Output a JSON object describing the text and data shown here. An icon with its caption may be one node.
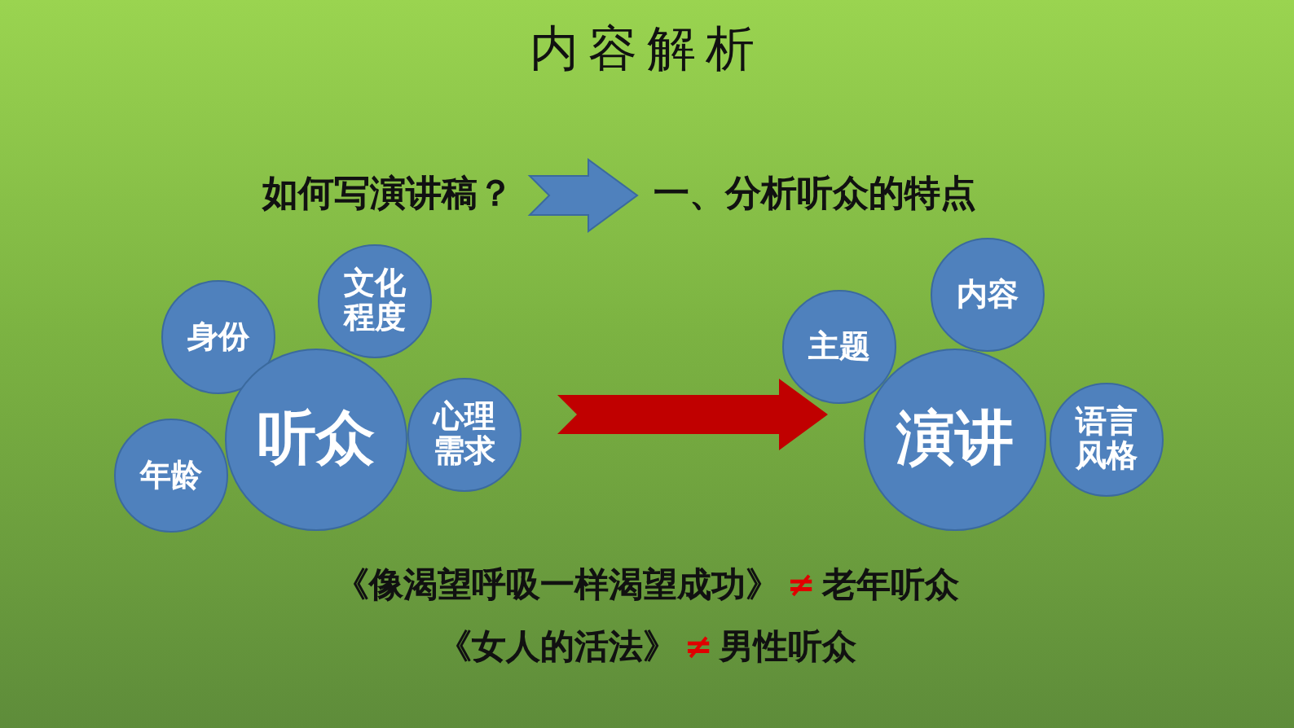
{
  "diagram": {
    "title": "内容解析",
    "nodes": [
      {
        "text": [
          "如何写演讲稿？"
        ]
      },
      {
        "text": [
          "一、分析听众的特点"
        ]
      },
      {
        "text": [
          "身份"
        ]
      },
      {
        "text": [
          "文化程度"
        ]
      },
      {
        "text": [
          "听众"
        ]
      },
      {
        "text": [
          "年龄"
        ]
      },
      {
        "text": [
          "心理需求"
        ]
      },
      {
        "text": [
          "主题"
        ]
      },
      {
        "text": [
          "内容"
        ]
      },
      {
        "text": [
          "演讲"
        ]
      },
      {
        "text": [
          "语言风格"
        ]
      }
    ],
    "edges": [
      {
        "from": 0,
        "to": 1,
        "arrow": "to",
        "style": "thick",
        "color": "#4f81bd"
      },
      {
        "from": 6,
        "to": 9,
        "arrow": "to",
        "style": "thick",
        "color": "#c00000"
      }
    ],
    "labels": [
      "《像渴望呼吸一样渴望成功》",
      "≠",
      "老年听众",
      "《女人的活法》",
      "≠",
      "男性听众"
    ]
  }
}
